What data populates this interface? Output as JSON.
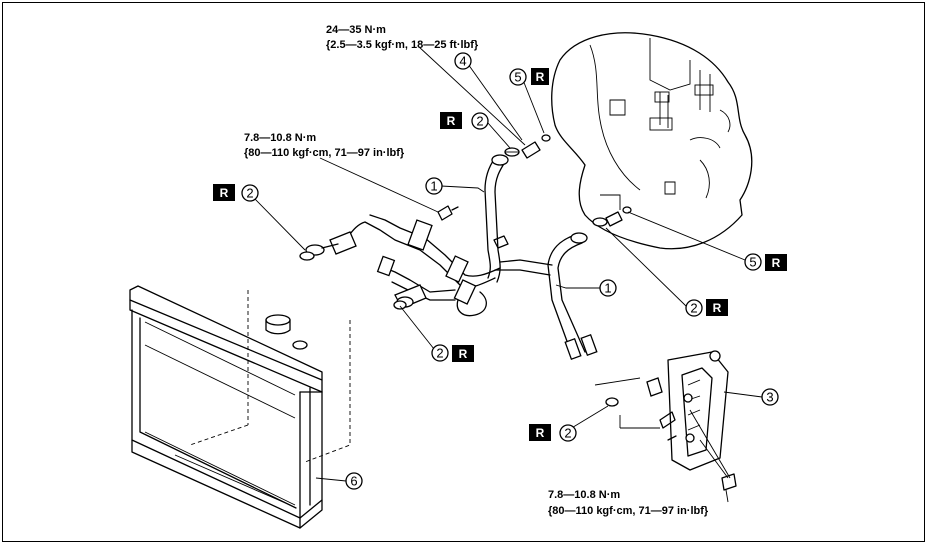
{
  "specs": {
    "torque_top": {
      "line1": "24—35 N·m",
      "line2": "{2.5—3.5 kgf·m, 18—25 ft·lbf}"
    },
    "torque_left": {
      "line1": "7.8—10.8 N·m",
      "line2": "{80—110 kgf·cm, 71—97 in·lbf}"
    },
    "torque_bottom": {
      "line1": "7.8—10.8 N·m",
      "line2": "{80—110 kgf·cm, 71—97 in·lbf}"
    }
  },
  "callouts": {
    "c1_upper": "1",
    "c1_lower": "1",
    "c2_upper": "2",
    "c2_left": "2",
    "c2_middle": "2",
    "c2_right": "2",
    "c2_bottom": "2",
    "c3": "3",
    "c4": "4",
    "c5_top": "5",
    "c5_right": "5",
    "c6": "6"
  },
  "replace_mark": "R"
}
